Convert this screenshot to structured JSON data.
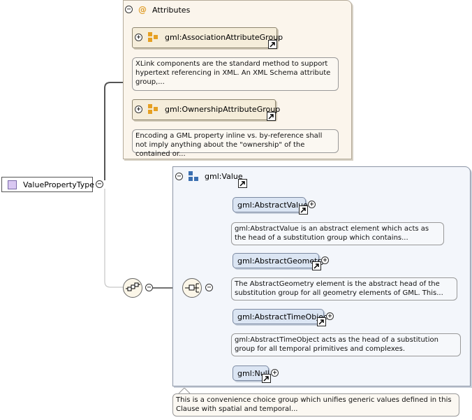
{
  "root": {
    "label": "ValuePropertyType",
    "toggle": "−"
  },
  "attributes": {
    "title": "Attributes",
    "at_symbol": "@",
    "toggle": "−",
    "groups": [
      {
        "label": "gml:AssociationAttributeGroup",
        "toggle": "+",
        "doc": "XLink components are the standard method to support hypertext referencing in XML. An XML Schema attribute group,..."
      },
      {
        "label": "gml:OwnershipAttributeGroup",
        "toggle": "+",
        "doc": "Encoding a GML property inline vs. by-reference shall not imply anything about the \"ownership\" of the contained or..."
      }
    ]
  },
  "sequence_toggle": "−",
  "choice_toggle": "−",
  "value_group": {
    "title": "gml:Value",
    "toggle": "−",
    "doc": "This is a convenience choice group which unifies generic values defined in this Clause with spatial and temporal...",
    "elements": [
      {
        "label": "gml:AbstractValue",
        "toggle": "+",
        "doc": "gml:AbstractValue is an abstract element which acts as the head of a substitution group which contains..."
      },
      {
        "label": "gml:AbstractGeometry",
        "toggle": "+",
        "doc": "The AbstractGeometry element is the abstract head of the substitution group for all geometry elements of GML. This..."
      },
      {
        "label": "gml:AbstractTimeObject",
        "toggle": "+",
        "doc": "gml:AbstractTimeObject acts as the head of a substitution group for all temporal primitives and complexes."
      },
      {
        "label": "gml:Null",
        "toggle": "+",
        "doc": ""
      }
    ]
  },
  "colors": {
    "attribute_panel_bg": "#fbf5ec",
    "attribute_group_icon": "#e6a022",
    "value_panel_bg": "#f3f6fb",
    "element_box_bg": "#dbe5f3",
    "group_icon": "#3b6fb0",
    "type_icon": "#d9c8f2"
  },
  "icons": {
    "type": "complex-type-icon",
    "attribute_group": "attribute-group-icon",
    "group": "model-group-icon",
    "link": "link-arrow-icon",
    "sequence": "sequence-compositor-icon",
    "choice": "choice-compositor-icon"
  }
}
